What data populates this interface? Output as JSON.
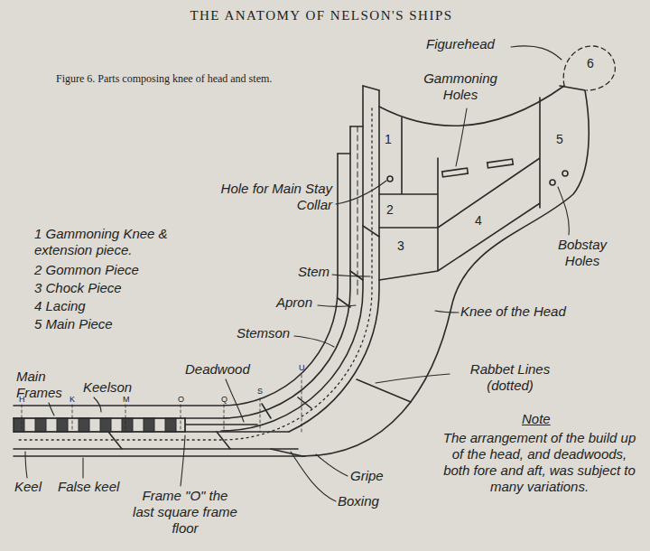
{
  "diagram": {
    "title": "THE ANATOMY OF NELSON'S SHIPS",
    "caption": "Figure 6. Parts composing knee of head and stem.",
    "labels": [
      "Figurehead",
      "Gammoning Holes",
      "6",
      "1",
      "2",
      "5",
      "3",
      "4",
      "Hole for Main Stay Collar",
      "1 Gammoning Knee & extension piece.",
      "2 Gommon Piece",
      "3 Chock Piece",
      "4 Lacing",
      "5 Main Piece",
      "Bobstay Holes",
      "Stem",
      "Apron",
      "Knee of the Head",
      "Stemson",
      "Deadwood",
      "Rabbet Lines (dotted)",
      "Main Frames",
      "Keelson",
      "Note",
      "The arrangement of the build up of the head, and deadwoods, both fore and aft, was subject to many variations.",
      "Keel",
      "False keel",
      "Frame \"O\" the last square frame floor",
      "Gripe",
      "Boxing",
      "H",
      "K",
      "M",
      "O",
      "Q",
      "S",
      "U"
    ]
  }
}
